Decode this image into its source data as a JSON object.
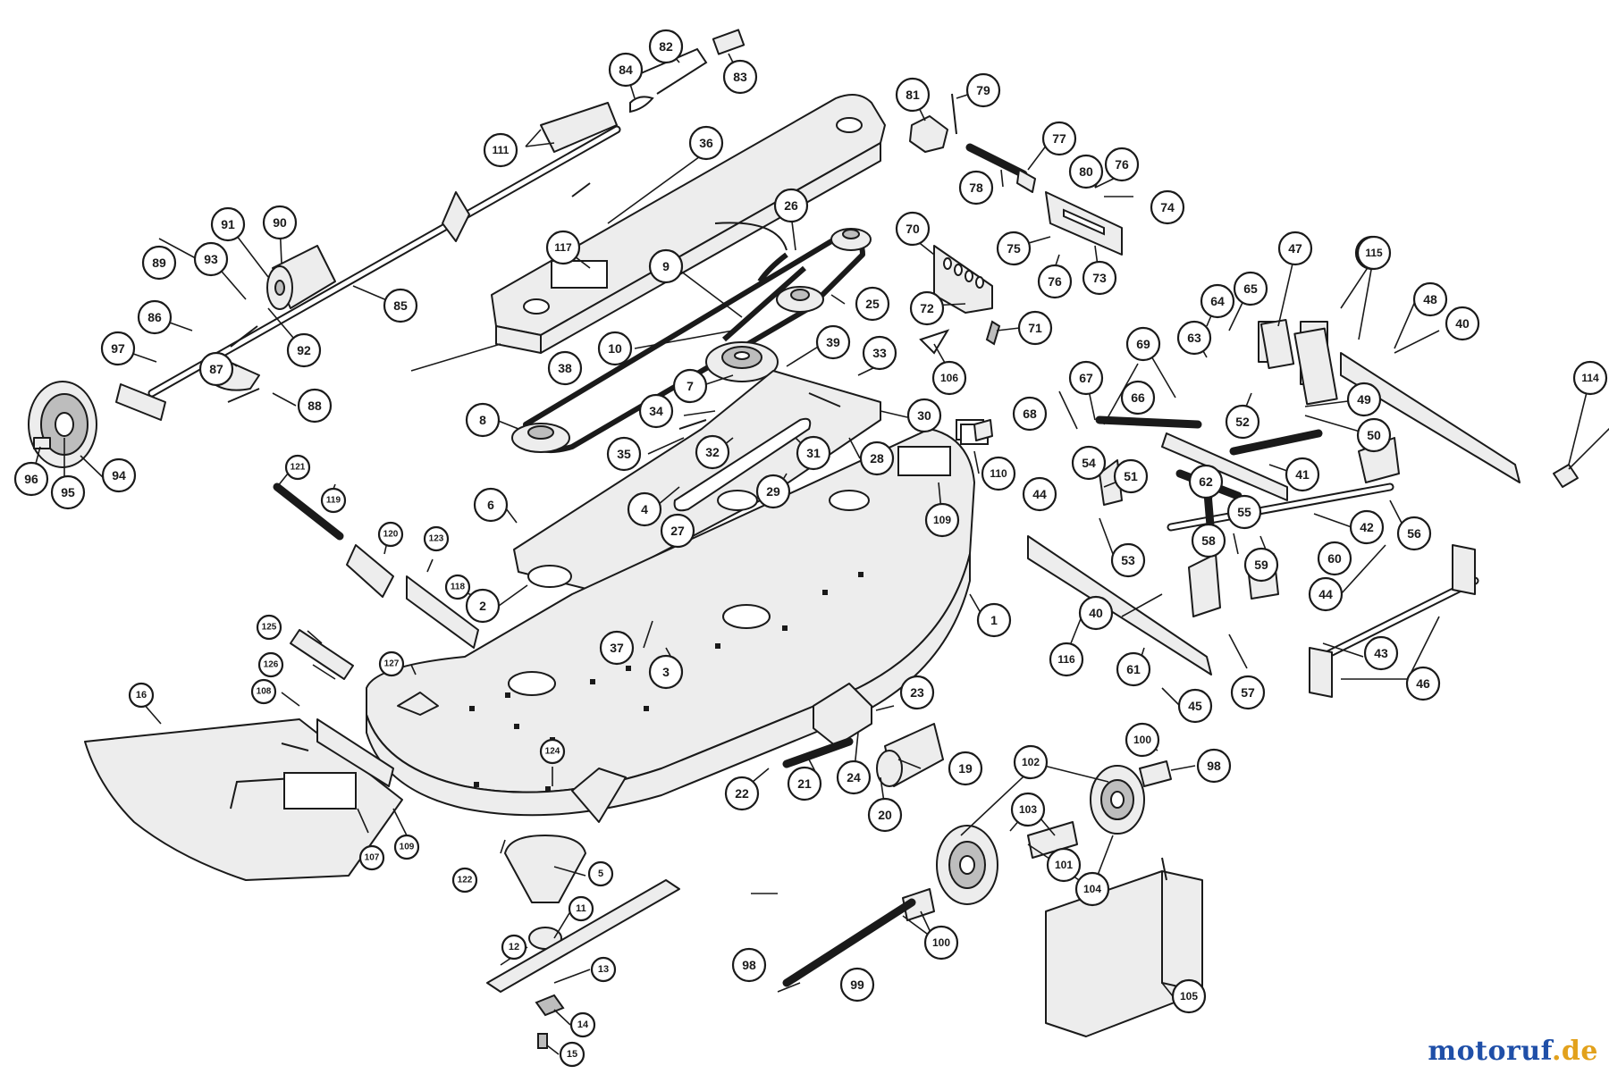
{
  "watermark": {
    "brand_main": "motoruf",
    "brand_tail": ".de",
    "colors": {
      "main": "#1f4fa8",
      "tail": "#e2a11c"
    }
  },
  "callouts": [
    "1",
    "2",
    "3",
    "4",
    "5",
    "6",
    "7",
    "8",
    "9",
    "10",
    "11",
    "12",
    "13",
    "14",
    "15",
    "16",
    "19",
    "20",
    "21",
    "22",
    "23",
    "24",
    "25",
    "26",
    "27",
    "28",
    "29",
    "30",
    "31",
    "32",
    "33",
    "34",
    "35",
    "36",
    "37",
    "38",
    "39",
    "40",
    "40",
    "41",
    "42",
    "43",
    "44",
    "44",
    "44",
    "45",
    "46",
    "47",
    "48",
    "49",
    "50",
    "51",
    "52",
    "53",
    "54",
    "55",
    "56",
    "57",
    "58",
    "59",
    "60",
    "61",
    "62",
    "63",
    "64",
    "65",
    "66",
    "67",
    "68",
    "69",
    "70",
    "71",
    "72",
    "73",
    "74",
    "75",
    "76",
    "76",
    "77",
    "78",
    "79",
    "80",
    "81",
    "82",
    "83",
    "84",
    "85",
    "86",
    "87",
    "88",
    "89",
    "90",
    "91",
    "92",
    "93",
    "94",
    "95",
    "96",
    "97",
    "98",
    "98",
    "99",
    "100",
    "100",
    "101",
    "102",
    "103",
    "104",
    "105",
    "106",
    "107",
    "108",
    "109",
    "109",
    "110",
    "111",
    "114",
    "115",
    "116",
    "117",
    "118",
    "119",
    "120",
    "121",
    "122",
    "123",
    "124",
    "125",
    "126",
    "127"
  ]
}
